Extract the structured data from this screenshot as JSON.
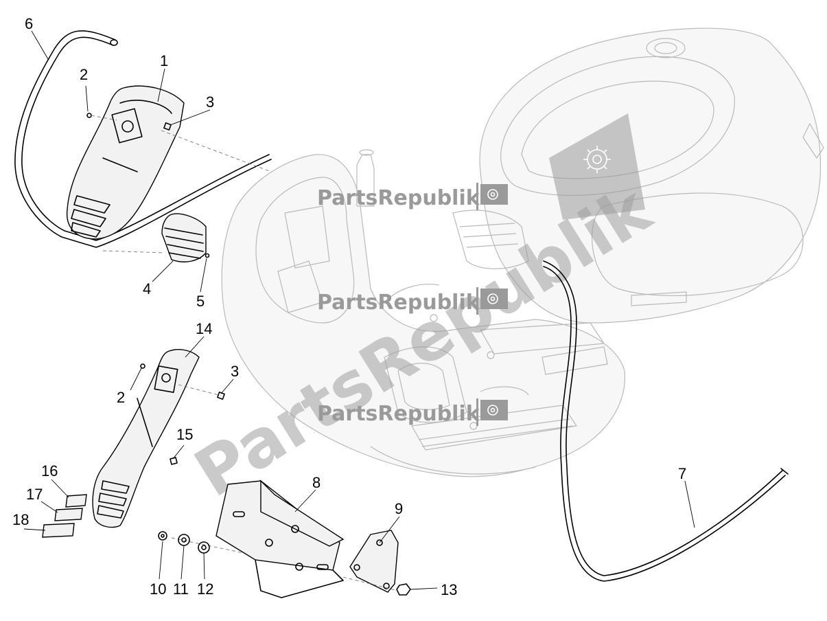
{
  "watermark": {
    "brand": "PartsRepublik",
    "diagonal": "PartsRepublik"
  },
  "callouts": [
    {
      "id": "1",
      "label": "1"
    },
    {
      "id": "2a",
      "label": "2"
    },
    {
      "id": "3a",
      "label": "3"
    },
    {
      "id": "4",
      "label": "4"
    },
    {
      "id": "5",
      "label": "5"
    },
    {
      "id": "6",
      "label": "6"
    },
    {
      "id": "7",
      "label": "7"
    },
    {
      "id": "8",
      "label": "8"
    },
    {
      "id": "9",
      "label": "9"
    },
    {
      "id": "10",
      "label": "10"
    },
    {
      "id": "11",
      "label": "11"
    },
    {
      "id": "12",
      "label": "12"
    },
    {
      "id": "13",
      "label": "13"
    },
    {
      "id": "14",
      "label": "14"
    },
    {
      "id": "15",
      "label": "15"
    },
    {
      "id": "16",
      "label": "16"
    },
    {
      "id": "17",
      "label": "17"
    },
    {
      "id": "18",
      "label": "18"
    },
    {
      "id": "2b",
      "label": "2"
    },
    {
      "id": "3b",
      "label": "3"
    }
  ],
  "icons": {
    "watermark_logo": "gear-flag-icon"
  }
}
